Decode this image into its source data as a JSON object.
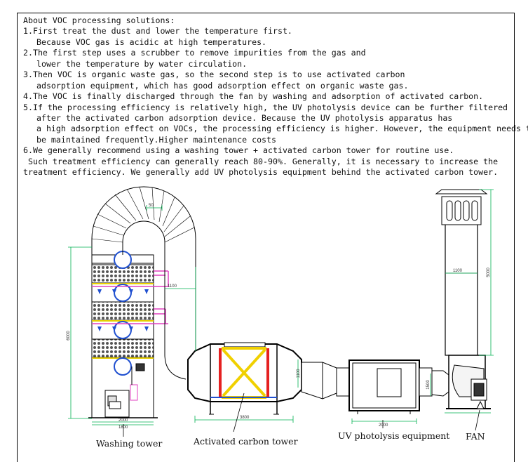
{
  "intro": {
    "heading": "About VOC processing solutions:",
    "lines": [
      "1.First treat the dust and lower the temperature first.",
      " Because VOC gas is acidic at high temperatures.",
      "2.The first step uses a scrubber to remove impurities from the gas and",
      " lower the temperature by water circulation.",
      "3.Then VOC is organic waste gas, so the second step is to use activated carbon",
      " adsorption equipment, which has good adsorption effect on organic waste gas.",
      "4.The VOC is finally discharged through the fan by washing and adsorption of activated carbon.",
      "5.If the processing efficiency is relatively high, the UV photolysis device can be further filtered",
      " after the activated carbon adsorption device. Because the UV photolysis apparatus has",
      " a high adsorption effect on VOCs, the processing efficiency is higher. However, the equipment needs to",
      " be maintained frequently.Higher maintenance costs",
      "6.We generally recommend using a washing tower + activated carbon tower for routine use.",
      " Such treatment efficiency can generally reach 80-90%. Generally, it is necessary to increase the",
      "treatment efficiency. We generally add UV photolysis equipment behind the activated carbon tower."
    ]
  },
  "diagram": {
    "labels": {
      "washing_tower": "Washing tower",
      "activated_carbon_tower": "Activated carbon tower",
      "uv_equipment": "UV photolysis equipment",
      "fan": "FAN"
    },
    "dimensions": {
      "tower_height": "6000",
      "elbow_width": "50",
      "duct_length": "1100",
      "tower_base_outer": "2000",
      "tower_base_inner": "1800",
      "carbon_length": "3800",
      "carbon_height": "1100",
      "uv_length": "2000",
      "uv_height": "1500",
      "stack_width": "1100",
      "stack_height": "5000"
    },
    "colors": {
      "line": "#000000",
      "dimension": "#00b050",
      "pipe_accent": "#e040c0",
      "sprayer": "#2050d0",
      "carbon_frame": "#e52020",
      "carbon_cross": "#f0d000",
      "packing": "#444444"
    }
  }
}
